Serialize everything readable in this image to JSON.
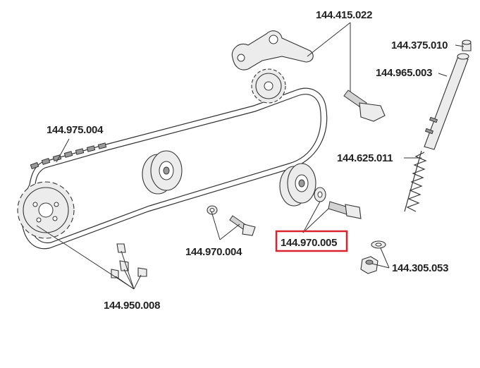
{
  "diagram": {
    "parts": [
      {
        "id": "tensioner-arm",
        "number": "144.415.022"
      },
      {
        "id": "pin-cap",
        "number": "144.375.010"
      },
      {
        "id": "tensioner-shaft",
        "number": "144.965.003"
      },
      {
        "id": "chain",
        "number": "144.975.004"
      },
      {
        "id": "spring",
        "number": "144.625.011"
      },
      {
        "id": "left-roller",
        "number": "144.970.004"
      },
      {
        "id": "right-roller",
        "number": "144.970.005",
        "highlighted": true
      },
      {
        "id": "nut-washer",
        "number": "144.305.053"
      },
      {
        "id": "sprocket-bolts",
        "number": "144.950.008"
      }
    ],
    "highlight_color": "#d9232e"
  }
}
